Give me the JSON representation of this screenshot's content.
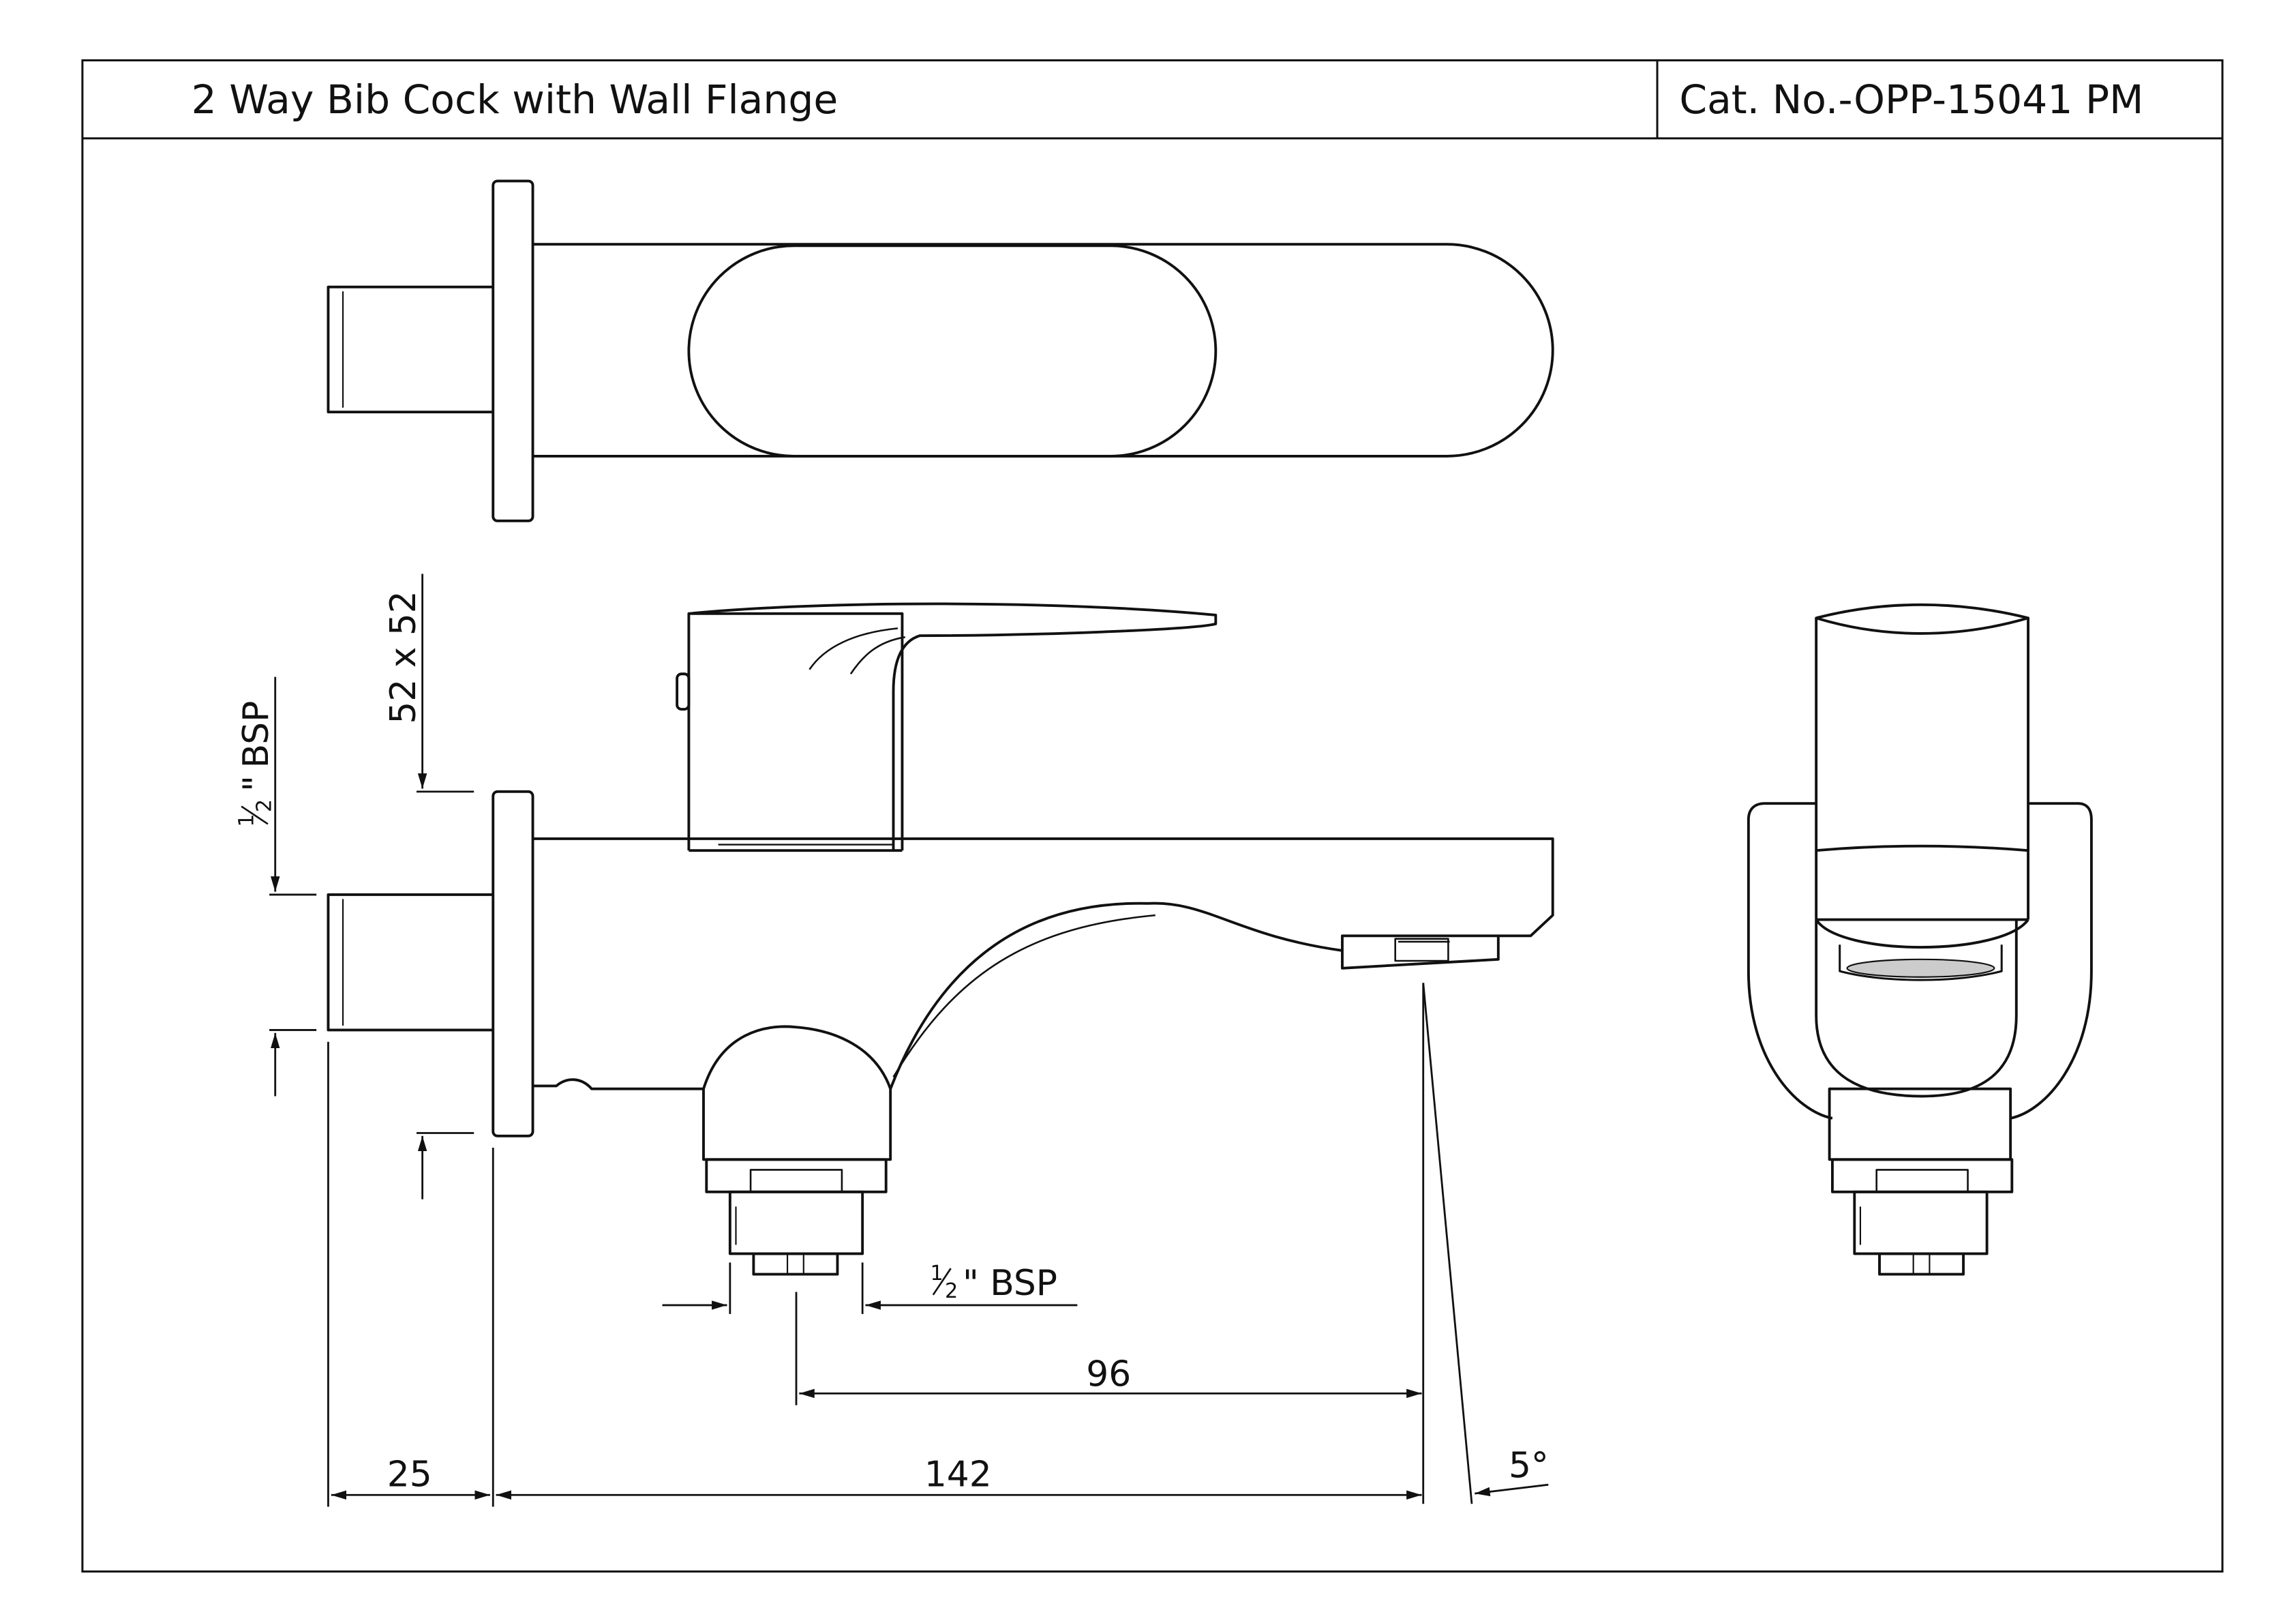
{
  "header": {
    "title": "2 Way Bib Cock with Wall Flange",
    "catalog": "Cat. No.-OPP-15041 PM"
  },
  "dimensions": {
    "flange": "52 x 52",
    "inlet_thread": "BSP",
    "inlet_fraction_num": "1",
    "inlet_fraction_den": "2",
    "inlet_inch_mark": "\"",
    "outlet_thread": "1/2\" BSP",
    "outlet_fraction_num": "1",
    "outlet_fraction_den": "2",
    "outlet_suffix": "\" BSP",
    "spout_offset": "96",
    "projection": "142",
    "inlet_length": "25",
    "spout_angle": "5°"
  },
  "colors": {
    "line": "#111111",
    "background": "#ffffff"
  }
}
